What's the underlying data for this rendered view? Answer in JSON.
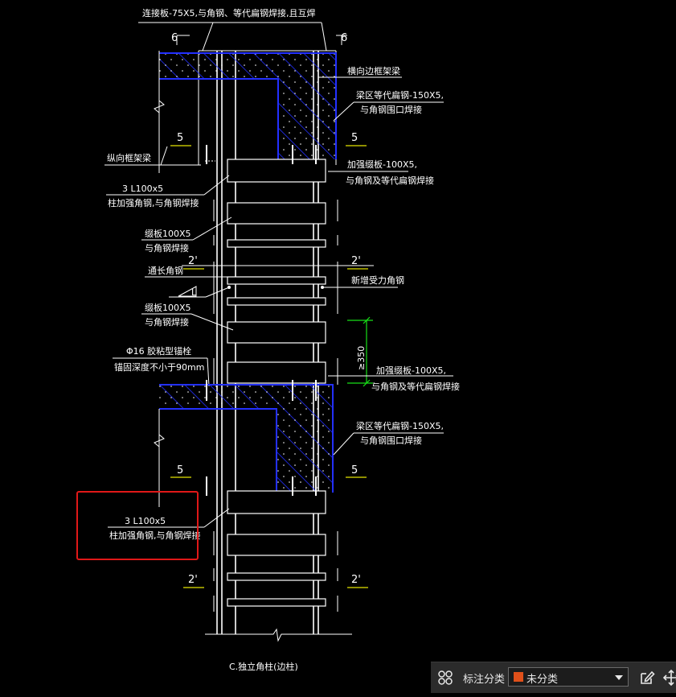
{
  "drawing": {
    "top_note": "连接板-75X5,与角钢、等代扁钢焊接,且互焊",
    "weld_6_left": "6",
    "weld_6_right": "6",
    "longitudinal_beam_right": "横向边框架梁",
    "beam_zone_flat_top": "梁区等代扁钢-150X5,",
    "beam_zone_flat_top_2": "与角钢围口焊接",
    "longitudinal_beam_left": "纵向框架梁",
    "dim5_a": "5",
    "dim5_b": "5",
    "dim5_c": "5",
    "dim5_d": "5",
    "stiffener_top": "加强缀板-100X5,",
    "stiffener_top_2": "与角钢及等代扁钢焊接",
    "angle_top": "3 L100x5",
    "angle_top_2": "柱加强角钢,与角钢焊接",
    "batten_1": "缀板100X5",
    "batten_1_2": "与角钢焊接",
    "dim2_a": "2'",
    "dim2_b": "2'",
    "dim2_c": "2'",
    "dim2_d": "2'",
    "long_angle": "通长角钢",
    "angle_symbol": "L",
    "new_angle": "新增受力角钢",
    "batten_2": "缀板100X5",
    "batten_2_2": "与角钢焊接",
    "anchor": "Φ16 胶粘型锚栓",
    "anchor_2": "锚固深度不小于90mm",
    "spacing": "≥350",
    "stiffener_mid": "加强缀板-100X5,",
    "stiffener_mid_2": "与角钢及等代扁钢焊接",
    "beam_zone_flat_bot": "梁区等代扁钢-150X5,",
    "beam_zone_flat_bot_2": "与角钢围口焊接",
    "angle_bot": "3 L100x5",
    "angle_bot_2": "柱加强角钢,与角钢焊接",
    "caption": "C.独立角柱(边柱)",
    "highlight_color": "#e01818",
    "steel_color": "#2330ff"
  },
  "toolbar": {
    "grid_icon": "grid-icon",
    "label": "标注分类",
    "value": "未分类",
    "swatch_color": "#e0501a",
    "edit_icon": "edit-icon",
    "move_icon": "move-icon"
  }
}
